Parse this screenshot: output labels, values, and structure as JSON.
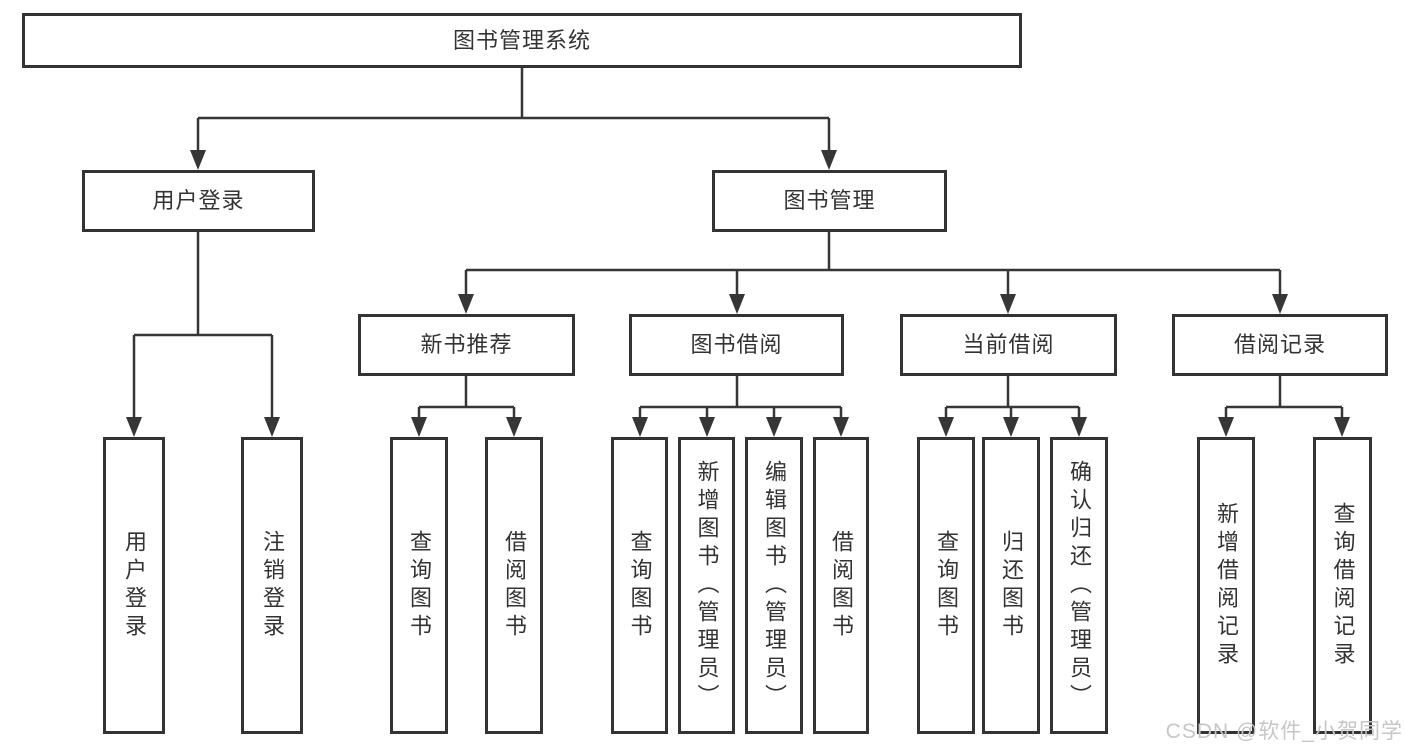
{
  "diagram_title": "图书管理系统",
  "tree": {
    "label": "图书管理系统",
    "children": [
      {
        "label": "用户登录",
        "children": [
          {
            "label": "用户登录"
          },
          {
            "label": "注销登录"
          }
        ]
      },
      {
        "label": "图书管理",
        "children": [
          {
            "label": "新书推荐",
            "children": [
              {
                "label": "查询图书"
              },
              {
                "label": "借阅图书"
              }
            ]
          },
          {
            "label": "图书借阅",
            "children": [
              {
                "label": "查询图书"
              },
              {
                "label": "新增图书（管理员）"
              },
              {
                "label": "编辑图书（管理员）"
              },
              {
                "label": "借阅图书"
              }
            ]
          },
          {
            "label": "当前借阅",
            "children": [
              {
                "label": "查询图书"
              },
              {
                "label": "归还图书"
              },
              {
                "label": "确认归还（管理员）"
              }
            ]
          },
          {
            "label": "借阅记录",
            "children": [
              {
                "label": "新增借阅记录"
              },
              {
                "label": "查询借阅记录"
              }
            ]
          }
        ]
      }
    ]
  },
  "watermark": {
    "text": "CSDN @软件_小贺同学"
  },
  "colors": {
    "line": "#363636",
    "box_border": "#333333",
    "text": "#333333",
    "background": "#ffffff",
    "watermark": "#c6c6c8"
  }
}
